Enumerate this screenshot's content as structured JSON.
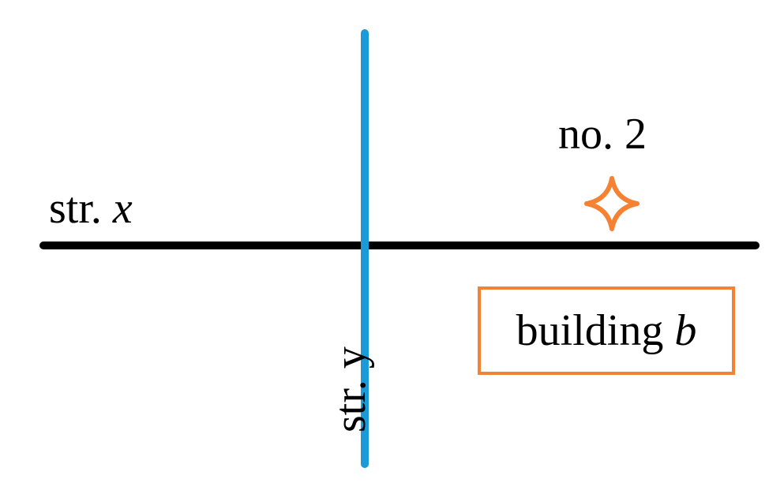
{
  "streets": {
    "x": {
      "prefix": "str. ",
      "name": "x",
      "color": "#000000"
    },
    "y": {
      "prefix": "str. ",
      "name": "y",
      "color": "#1a9ad6"
    }
  },
  "marker": {
    "label": "no. 2",
    "icon": "four-point-star-icon",
    "color": "#f58233"
  },
  "building": {
    "prefix": "building ",
    "name": "b",
    "border_color": "#f58233"
  }
}
